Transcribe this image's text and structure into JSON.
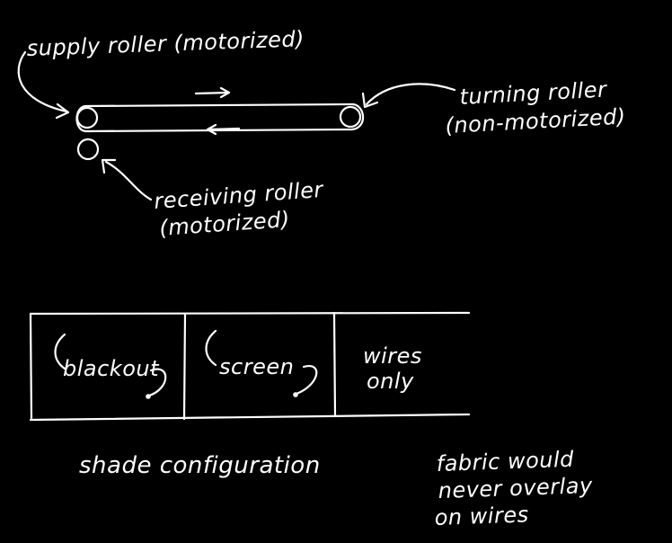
{
  "top_diagram": {
    "supply_label": "supply roller (motorized)",
    "turning_label_line1": "turning roller",
    "turning_label_line2": "(non-motorized)",
    "receiving_label_line1": "receiving roller",
    "receiving_label_line2": "(motorized)"
  },
  "bottom_diagram": {
    "blackout_label": "blackout",
    "screen_label": "screen",
    "wires_label_line1": "wires",
    "wires_label_line2": "only",
    "caption": "shade configuration",
    "note_line1": "fabric would",
    "note_line2": "never overlay",
    "note_line3": "on wires"
  },
  "colors": {
    "background": "#000000",
    "ink": "#ffffff"
  }
}
